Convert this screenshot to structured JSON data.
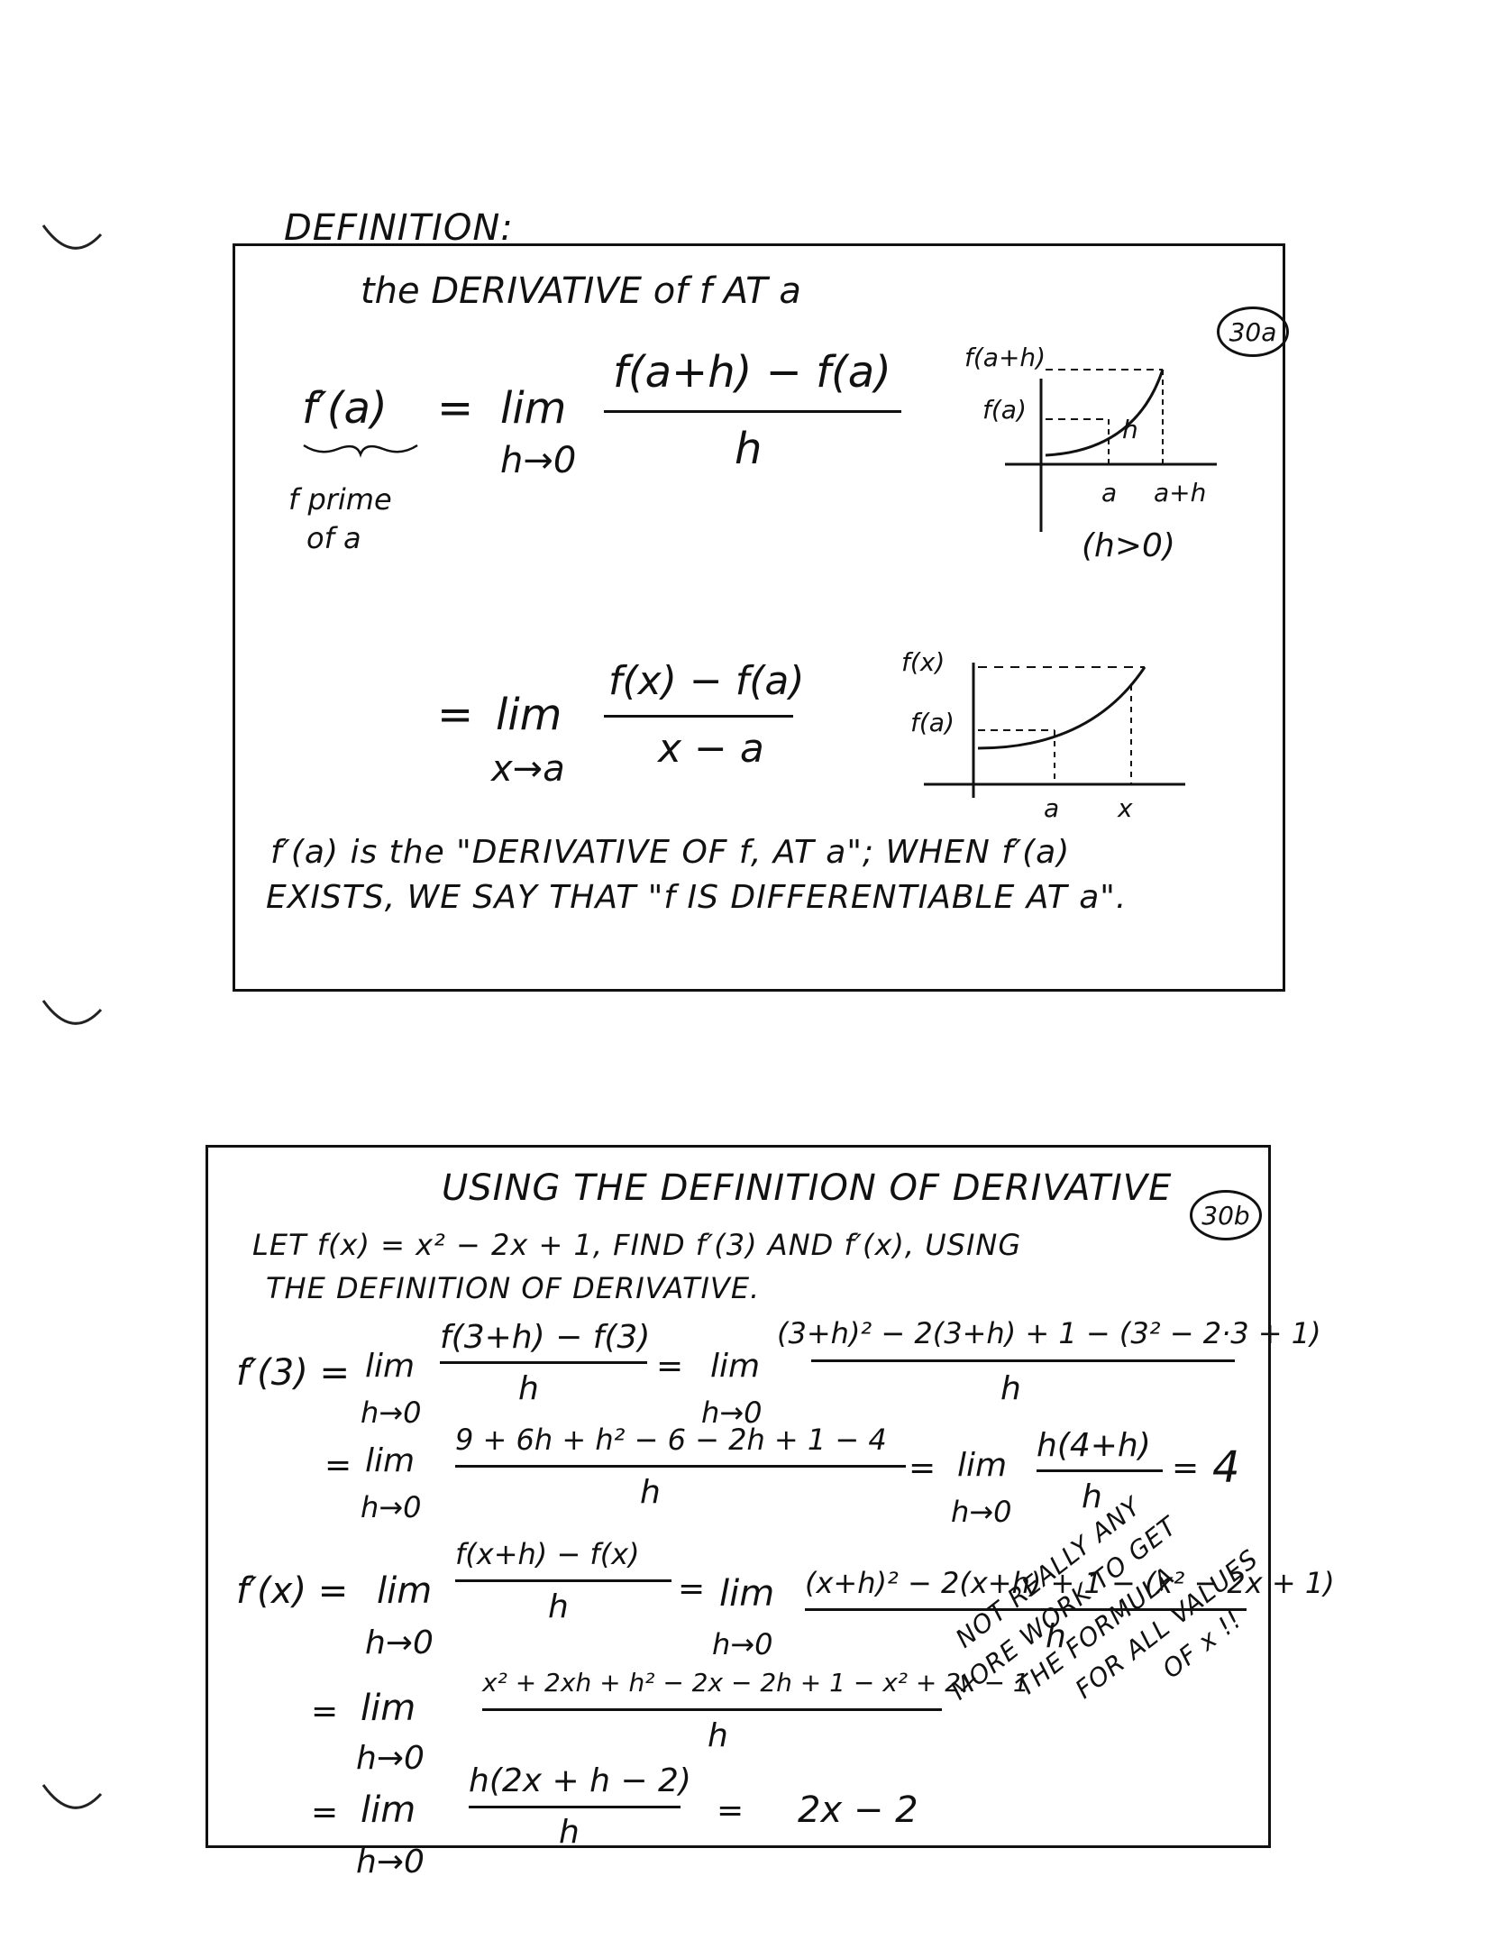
{
  "card1": {
    "heading": "DEFINITION:",
    "subtitle": "the DERIVATIVE of f AT a",
    "badge": "30a",
    "lhs": "f′(a)",
    "eq": "=",
    "lim": "lim",
    "limsub1": "h→0",
    "num1": "f(a+h) − f(a)",
    "den1": "h",
    "note_line1": "f prime",
    "note_line2": "of a",
    "graph1": {
      "y_top": "f(a+h)",
      "y_bot": "f(a)",
      "x_a": "a",
      "x_ah": "a+h",
      "h": "h",
      "cond": "(h>0)"
    },
    "eq2": "=",
    "limsub2": "x→a",
    "num2": "f(x) − f(a)",
    "den2": "x − a",
    "graph2": {
      "y_top": "f(x)",
      "y_bot": "f(a)",
      "x_a": "a",
      "x_x": "x"
    },
    "stmt_line1": "f′(a) is the \"DERIVATIVE OF f, AT a\"; WHEN f′(a)",
    "stmt_line2": "EXISTS, WE SAY THAT \"f IS DIFFERENTIABLE AT a\"."
  },
  "card2": {
    "heading": "USING THE DEFINITION OF DERIVATIVE",
    "badge": "30b",
    "prob_line1": "LET f(x) = x² − 2x + 1, FIND f′(3) AND f′(x), USING",
    "prob_line2": "THE DEFINITION OF DERIVATIVE.",
    "r1_lhs": "f′(3) =",
    "lim": "lim",
    "hto0": "h→0",
    "r1_num": "f(3+h) − f(3)",
    "h": "h",
    "eq": "=",
    "r1_num2": "(3+h)² − 2(3+h) + 1 − (3² − 2·3 + 1)",
    "r2_num": "9 + 6h + h² − 6 − 2h + 1 − 4",
    "r2_num2": "h(4+h)",
    "r2_res": "4",
    "r3_lhs": "f′(x) =",
    "r3_num": "f(x+h) − f(x)",
    "r3_num2": "(x+h)² − 2(x+h) + 1 − (x² − 2x + 1)",
    "r4_num": "x² + 2xh + h² − 2x − 2h + 1 − x² + 2x − 1",
    "r5_num": "h(2x + h − 2)",
    "r5_res": "2x − 2",
    "side_note": [
      "NOT REALLY ANY",
      "MORE WORK TO GET",
      "THE FORMULA",
      "FOR ALL VALUES",
      "OF x !!"
    ]
  }
}
